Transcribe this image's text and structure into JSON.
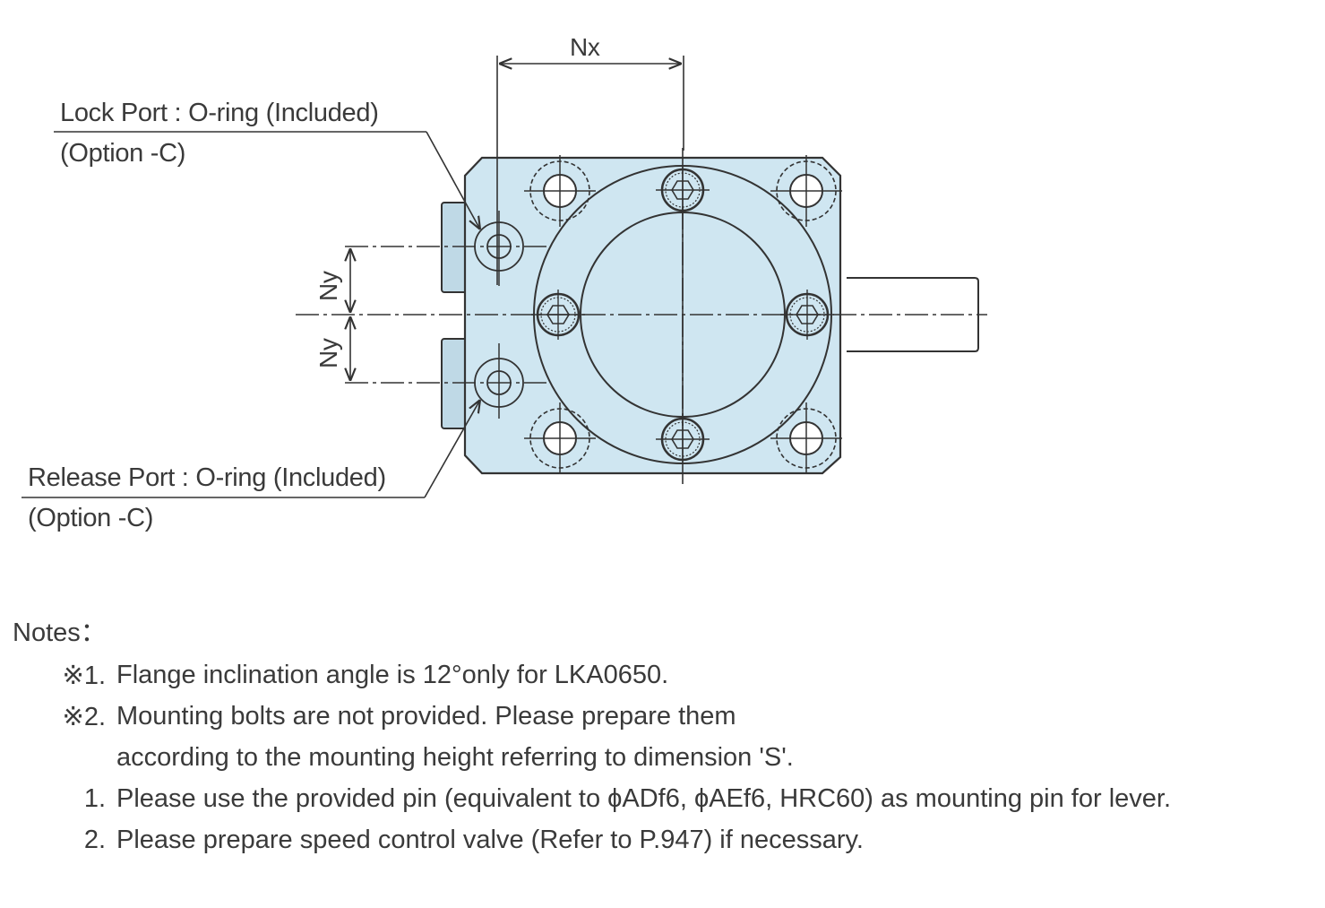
{
  "drawing": {
    "body_fill": "#cfe6f1",
    "port_fill": "#bfd9e6",
    "line_color": "#333333",
    "dimension_labels": {
      "nx": "Nx",
      "ny_upper": "Ny",
      "ny_lower": "Ny"
    },
    "callouts": {
      "lock_port": {
        "line1": "Lock Port : O-ring (Included)",
        "line2": "(Option -C)"
      },
      "release_port": {
        "line1": "Release Port : O-ring (Included)",
        "line2": "(Option -C)"
      }
    }
  },
  "notes": {
    "title": "Notes：",
    "items": [
      {
        "mark": "※1.",
        "lines": [
          "Flange inclination angle is 12°only for LKA0650."
        ]
      },
      {
        "mark": "※2.",
        "lines": [
          "Mounting bolts are not provided. Please prepare them",
          "according to the mounting height referring to dimension 'S'."
        ]
      },
      {
        "mark": "1.",
        "lines": [
          "Please use the provided pin (equivalent to ϕADf6, ϕAEf6, HRC60) as mounting pin for lever."
        ]
      },
      {
        "mark": "2.",
        "lines": [
          "Please prepare speed control valve (Refer to P.947) if necessary."
        ]
      }
    ]
  }
}
